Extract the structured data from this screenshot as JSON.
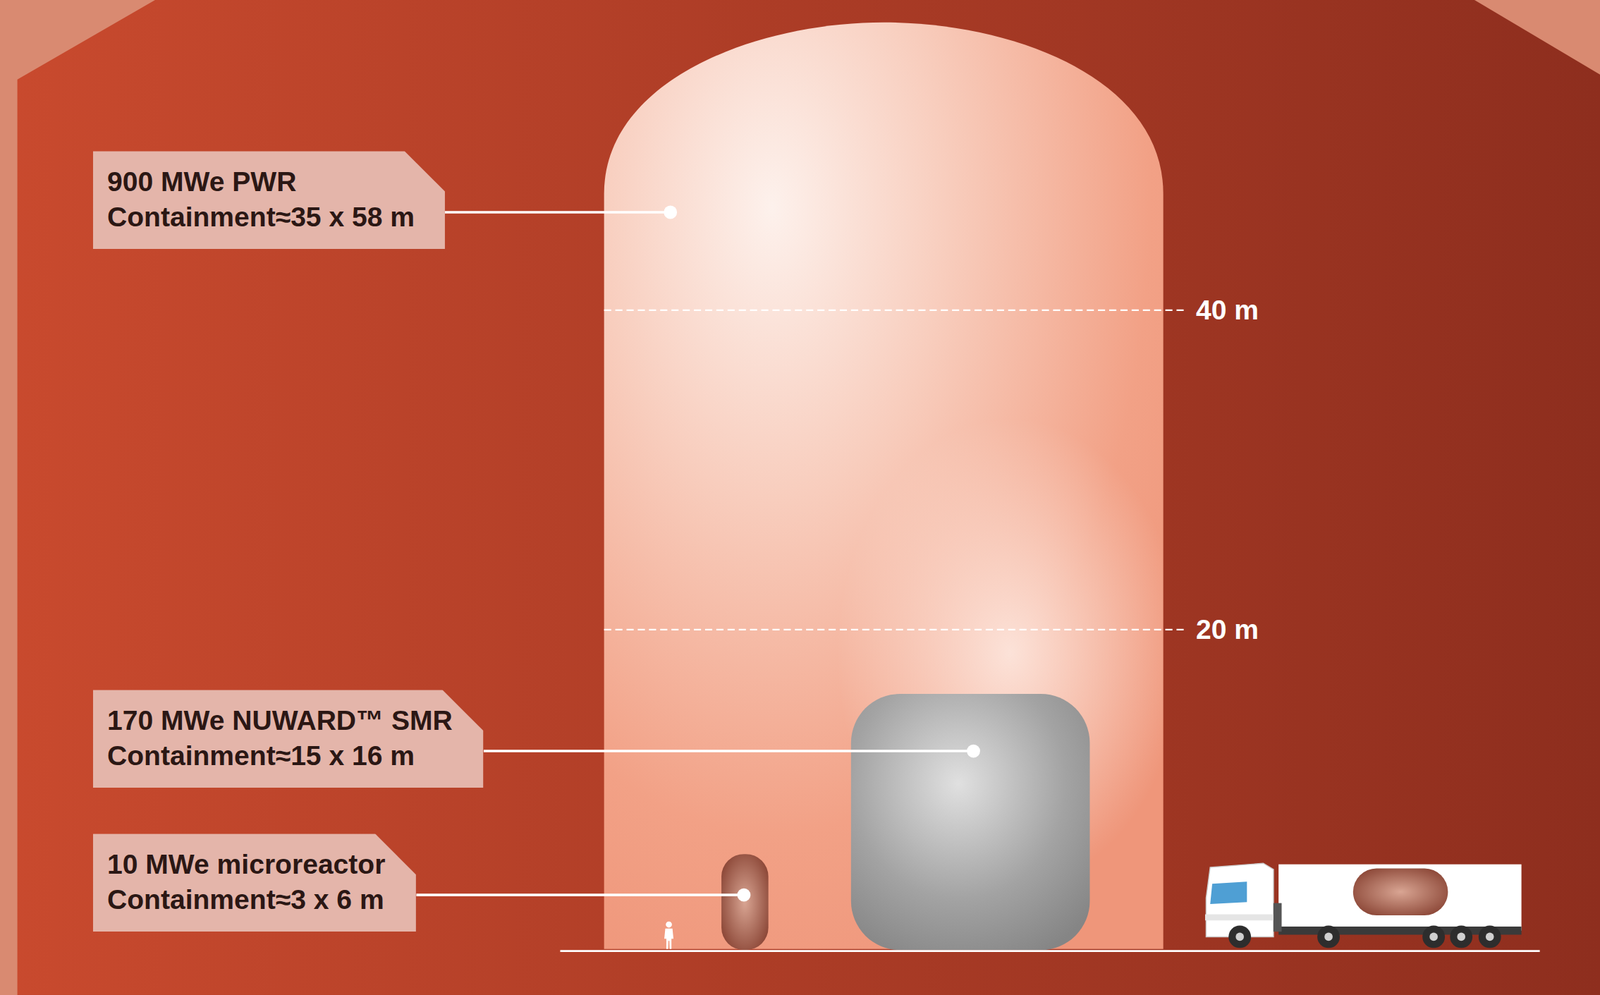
{
  "diagram": {
    "nodes": [
      {
        "text": [
          "900 MWe PWR",
          "Containment≈35 x 58 m"
        ]
      },
      {
        "text": [
          "170 MWe NUWARD™ SMR",
          "Containment≈15 x 16 m"
        ]
      },
      {
        "text": [
          "10 MWe microreactor",
          "Containment≈3 x 6 m"
        ]
      }
    ],
    "labels": [
      "40 m",
      "20 m"
    ]
  }
}
